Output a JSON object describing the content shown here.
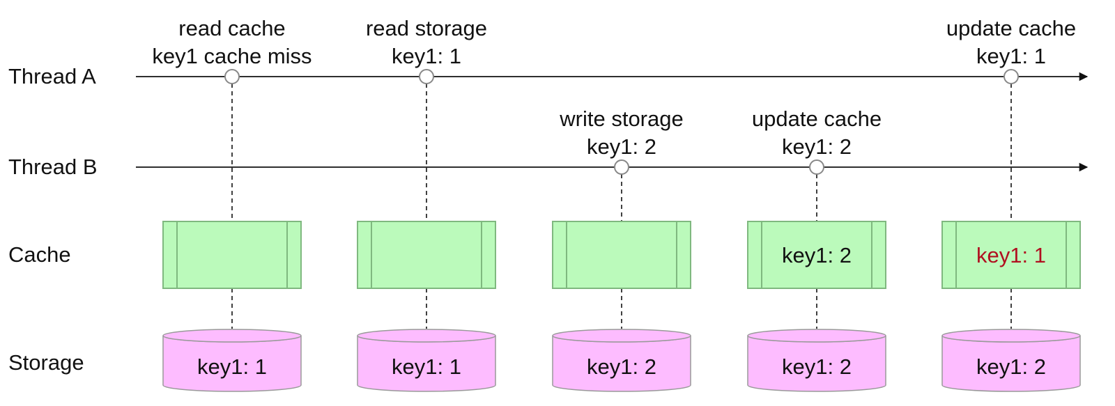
{
  "lanes": {
    "thread_a": "Thread A",
    "thread_b": "Thread B",
    "cache": "Cache",
    "storage": "Storage"
  },
  "colors": {
    "cache_fill": "#bbfabb",
    "cache_stroke": "#7fb87f",
    "storage_fill": "#fdbcff",
    "storage_stroke": "#999999",
    "stale_value": "#b01020",
    "line": "#111111"
  },
  "steps": [
    {
      "event": {
        "thread": "A",
        "lines": [
          "read cache",
          "key1 cache miss"
        ]
      },
      "cache": "",
      "cache_stale": false,
      "storage": "key1: 1"
    },
    {
      "event": {
        "thread": "A",
        "lines": [
          "read storage",
          "key1: 1"
        ]
      },
      "cache": "",
      "cache_stale": false,
      "storage": "key1: 1"
    },
    {
      "event": {
        "thread": "B",
        "lines": [
          "write storage",
          "key1:  2"
        ]
      },
      "cache": "",
      "cache_stale": false,
      "storage": "key1: 2"
    },
    {
      "event": {
        "thread": "B",
        "lines": [
          "update cache",
          "key1: 2"
        ]
      },
      "cache": "key1: 2",
      "cache_stale": false,
      "storage": "key1: 2"
    },
    {
      "event": {
        "thread": "A",
        "lines": [
          "update cache",
          "key1: 1"
        ]
      },
      "cache": "key1: 1",
      "cache_stale": true,
      "storage": "key1: 2"
    }
  ]
}
